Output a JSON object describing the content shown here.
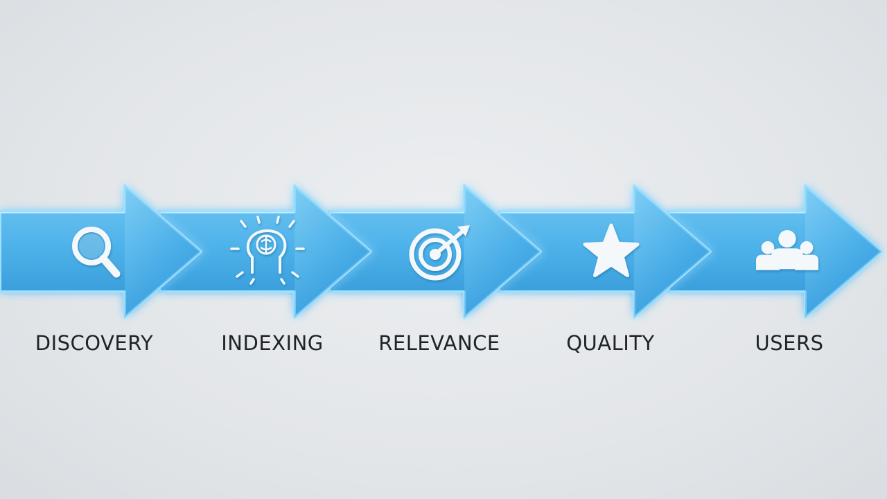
{
  "steps": [
    {
      "label": "DISCOVERY",
      "icon": "magnifier-icon"
    },
    {
      "label": "INDEXING",
      "icon": "brain-idea-icon"
    },
    {
      "label": "RELEVANCE",
      "icon": "target-icon"
    },
    {
      "label": "QUALITY",
      "icon": "star-icon"
    },
    {
      "label": "USERS",
      "icon": "users-group-icon"
    }
  ],
  "colors": {
    "arrow_light": "#5fbef0",
    "arrow_dark": "#2f95d6",
    "glow": "#9fe0ff",
    "icon": "#f4f8fb",
    "label": "#1e2327"
  }
}
